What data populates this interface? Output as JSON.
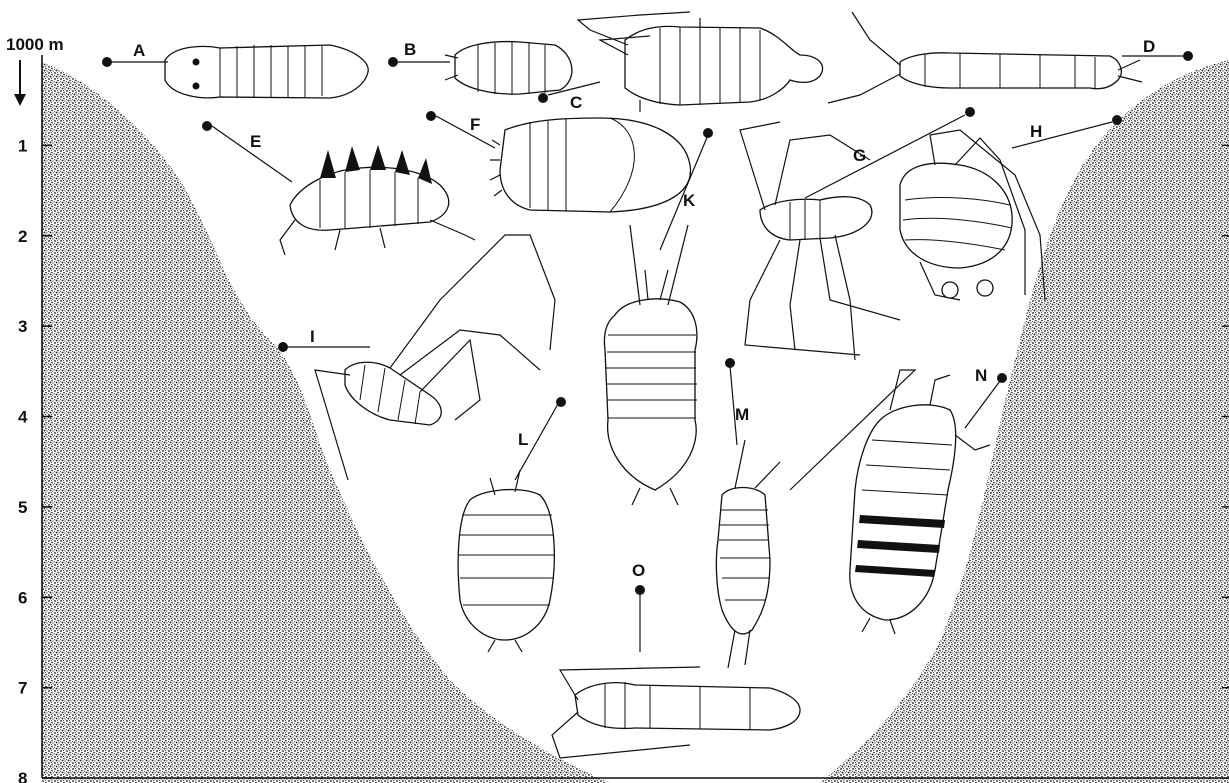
{
  "depth_axis": {
    "top_label": "1000 m",
    "ticks": [
      "1",
      "2",
      "3",
      "4",
      "5",
      "6",
      "7",
      "8"
    ]
  },
  "specimens": [
    {
      "id": "a",
      "label": "A"
    },
    {
      "id": "b",
      "label": "B"
    },
    {
      "id": "c",
      "label": "C"
    },
    {
      "id": "d",
      "label": "D"
    },
    {
      "id": "e",
      "label": "E"
    },
    {
      "id": "f",
      "label": "F"
    },
    {
      "id": "g",
      "label": "G"
    },
    {
      "id": "h",
      "label": "H"
    },
    {
      "id": "i",
      "label": "I"
    },
    {
      "id": "k",
      "label": "K"
    },
    {
      "id": "l",
      "label": "L"
    },
    {
      "id": "m",
      "label": "M"
    },
    {
      "id": "n",
      "label": "N"
    },
    {
      "id": "o",
      "label": "O"
    }
  ],
  "colors": {
    "ink": "#111111",
    "background": "#ffffff",
    "seafloor": "#1a1a1a"
  }
}
